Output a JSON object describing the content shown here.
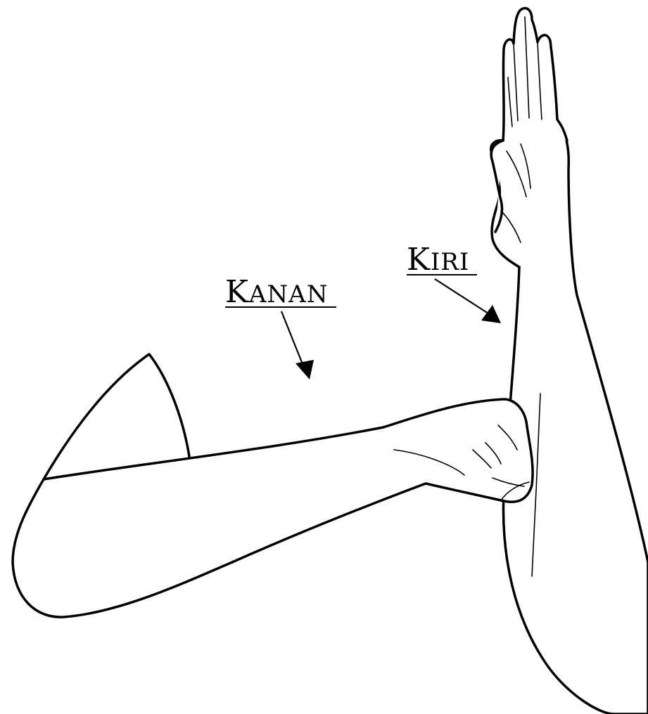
{
  "labels": {
    "left_arm": {
      "first_letter": "K",
      "rest": "ANAN"
    },
    "right_arm": {
      "first_letter": "K",
      "rest": "IRI"
    }
  },
  "colors": {
    "ink": "#000000",
    "paper": "#ffffff"
  }
}
